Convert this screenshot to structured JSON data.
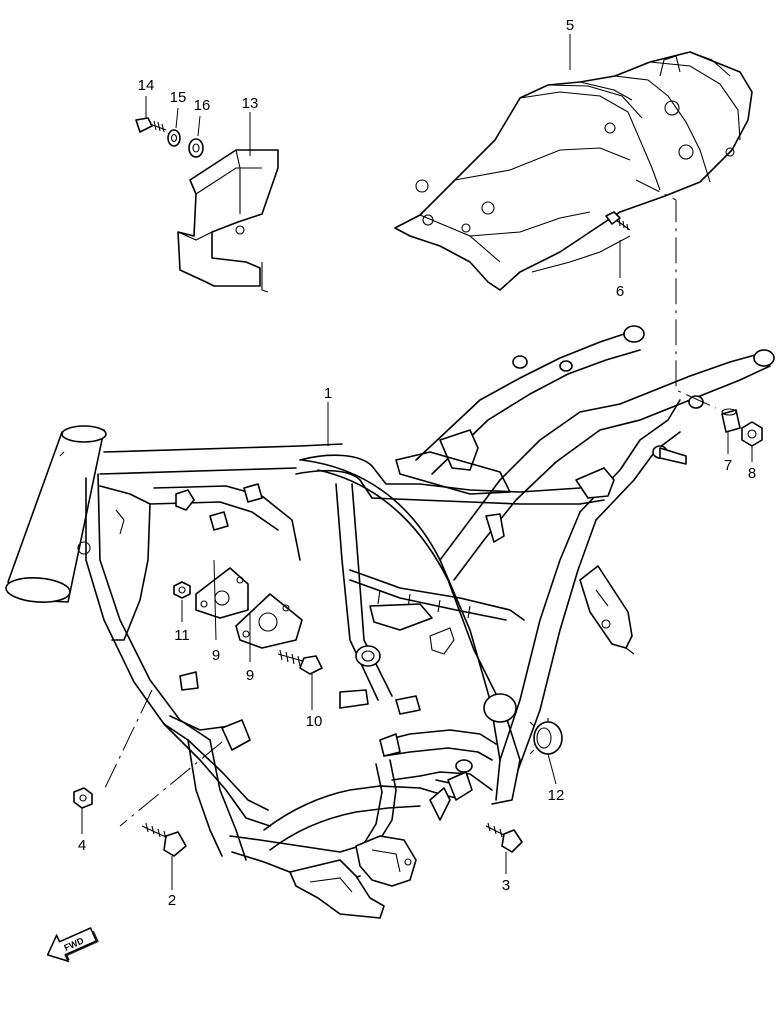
{
  "callouts": [
    {
      "id": "c1",
      "label": "1"
    },
    {
      "id": "c2",
      "label": "2"
    },
    {
      "id": "c3",
      "label": "3"
    },
    {
      "id": "c4",
      "label": "4"
    },
    {
      "id": "c5",
      "label": "5"
    },
    {
      "id": "c6",
      "label": "6"
    },
    {
      "id": "c7",
      "label": "7"
    },
    {
      "id": "c8",
      "label": "8"
    },
    {
      "id": "c9a",
      "label": "9"
    },
    {
      "id": "c9b",
      "label": "9"
    },
    {
      "id": "c10",
      "label": "10"
    },
    {
      "id": "c11",
      "label": "11"
    },
    {
      "id": "c12",
      "label": "12"
    },
    {
      "id": "c13",
      "label": "13"
    },
    {
      "id": "c14",
      "label": "14"
    },
    {
      "id": "c15",
      "label": "15"
    },
    {
      "id": "c16",
      "label": "16"
    }
  ],
  "fwd_arrow": {
    "label": "FWD"
  },
  "icons": [
    "fwd-arrow-icon"
  ]
}
